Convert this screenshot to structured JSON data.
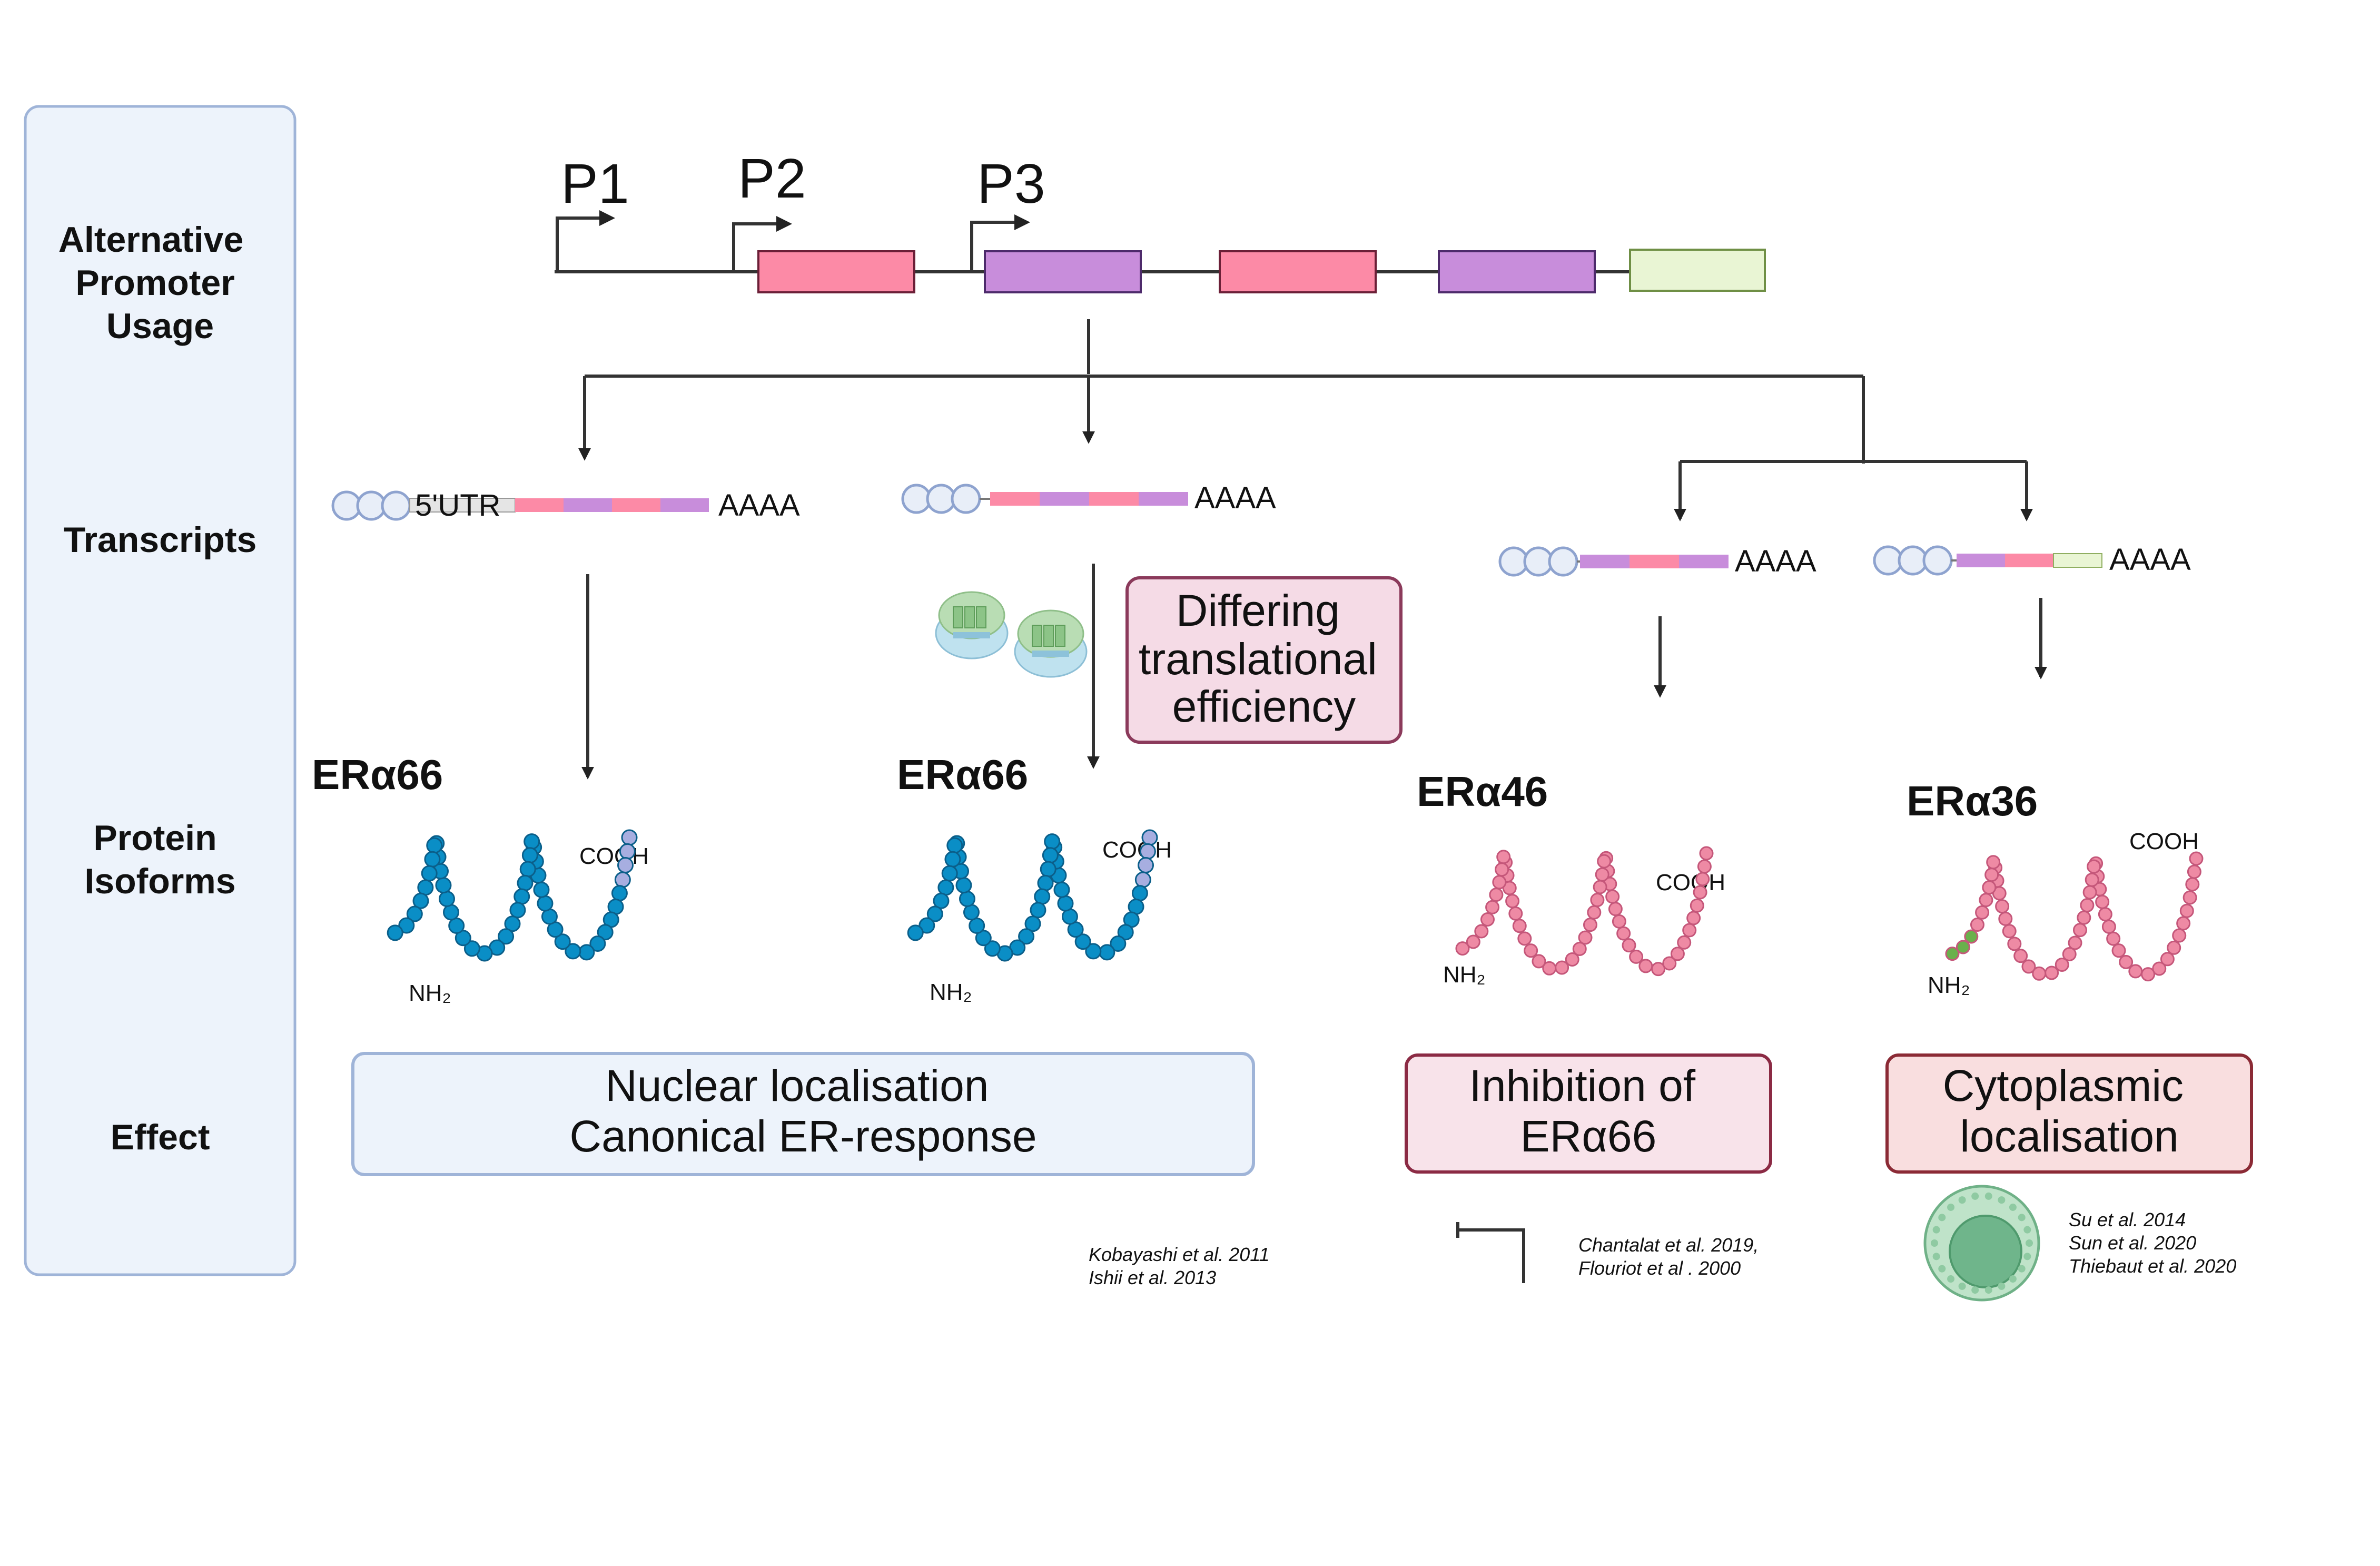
{
  "rows": {
    "promoter": [
      "Alternative",
      "Promoter",
      "Usage"
    ],
    "transcripts": [
      "Transcripts"
    ],
    "isoforms": [
      "Protein",
      "Isoforms"
    ],
    "effect": [
      "Effect"
    ]
  },
  "promoters": [
    "P1",
    "P2",
    "P3"
  ],
  "transcripts": {
    "utr_label": "5'UTR",
    "polyA": "AAAA"
  },
  "isoforms": [
    {
      "name": "ERα66",
      "n_term": "NH₂",
      "c_term": "COOH"
    },
    {
      "name": "ERα66",
      "n_term": "NH₂",
      "c_term": "COOH"
    },
    {
      "name": "ERα46",
      "n_term": "NH₂",
      "c_term": "COOH"
    },
    {
      "name": "ERα36",
      "n_term": "NH₂",
      "c_term": "COOH"
    }
  ],
  "translation_box": [
    "Differing",
    "translational",
    "efficiency"
  ],
  "effects": {
    "nuclear": [
      "Nuclear localisation",
      "Canonical ER-response"
    ],
    "inhibition": [
      "Inhibition of",
      "ERα66"
    ],
    "cytoplasmic": [
      "Cytoplasmic",
      "localisation"
    ]
  },
  "references": {
    "nuclear": [
      "Kobayashi  et al. 2011",
      "Ishii et al. 2013"
    ],
    "inhibition": [
      "Chantalat et al. 2019,",
      "Flouriot et al . 2000"
    ],
    "cytoplasmic": [
      "Su et al. 2014",
      "Sun et al. 2020",
      "Thiebaut et al. 2020"
    ]
  },
  "colors": {
    "exon_pink": "#fc8aa6",
    "exon_purple": "#c88ddb",
    "exon_green": "#e9f5d4",
    "protein_blue": "#0a8ec6",
    "protein_pink": "#ee8aa4",
    "panel_bg": "#edf3fb",
    "panel_border": "#9fb4d8"
  }
}
